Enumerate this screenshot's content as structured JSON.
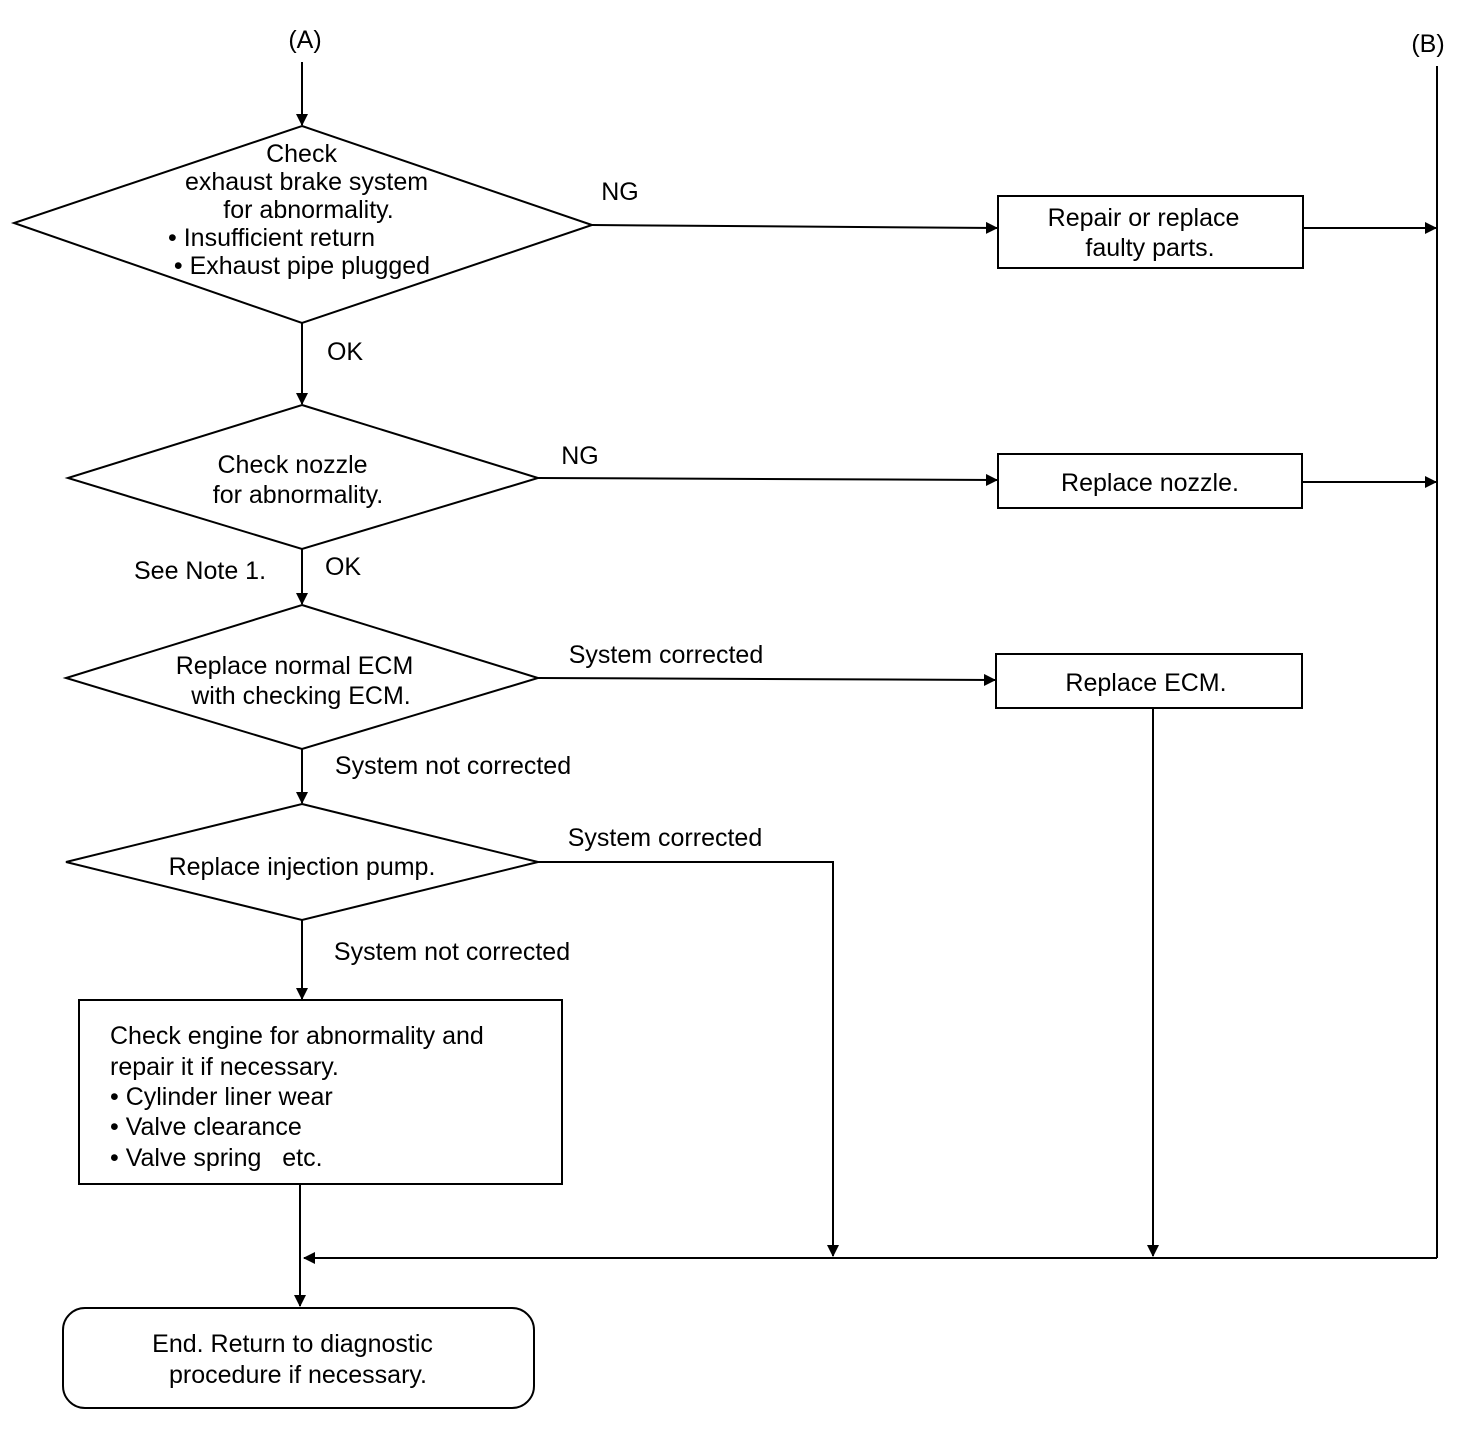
{
  "connectors": {
    "a": "(A)",
    "b": "(B)"
  },
  "nodes": {
    "check_exhaust": [
      "Check",
      "exhaust brake system",
      "for abnormality.",
      "• Insufficient return",
      "• Exhaust pipe plugged"
    ],
    "repair_replace": [
      "Repair or replace",
      "faulty parts."
    ],
    "check_nozzle": [
      "Check nozzle",
      "for abnormality."
    ],
    "replace_nozzle": [
      "Replace nozzle."
    ],
    "replace_normal_ecm": [
      "Replace normal ECM",
      "with checking ECM."
    ],
    "replace_ecm": [
      "Replace ECM."
    ],
    "replace_pump": [
      "Replace injection pump."
    ],
    "check_engine": [
      "Check engine for abnormality and",
      "repair it if necessary.",
      "• Cylinder liner wear",
      "• Valve clearance",
      "• Valve spring   etc."
    ],
    "end": [
      "End. Return to diagnostic",
      "procedure if necessary."
    ]
  },
  "edge_labels": {
    "ng1": "NG",
    "ok1": "OK",
    "ng2": "NG",
    "ok2": "OK",
    "note1": "See Note 1.",
    "corrected1": "System corrected",
    "not_corrected1": "System not corrected",
    "corrected2": "System corrected",
    "not_corrected2": "System not corrected"
  }
}
